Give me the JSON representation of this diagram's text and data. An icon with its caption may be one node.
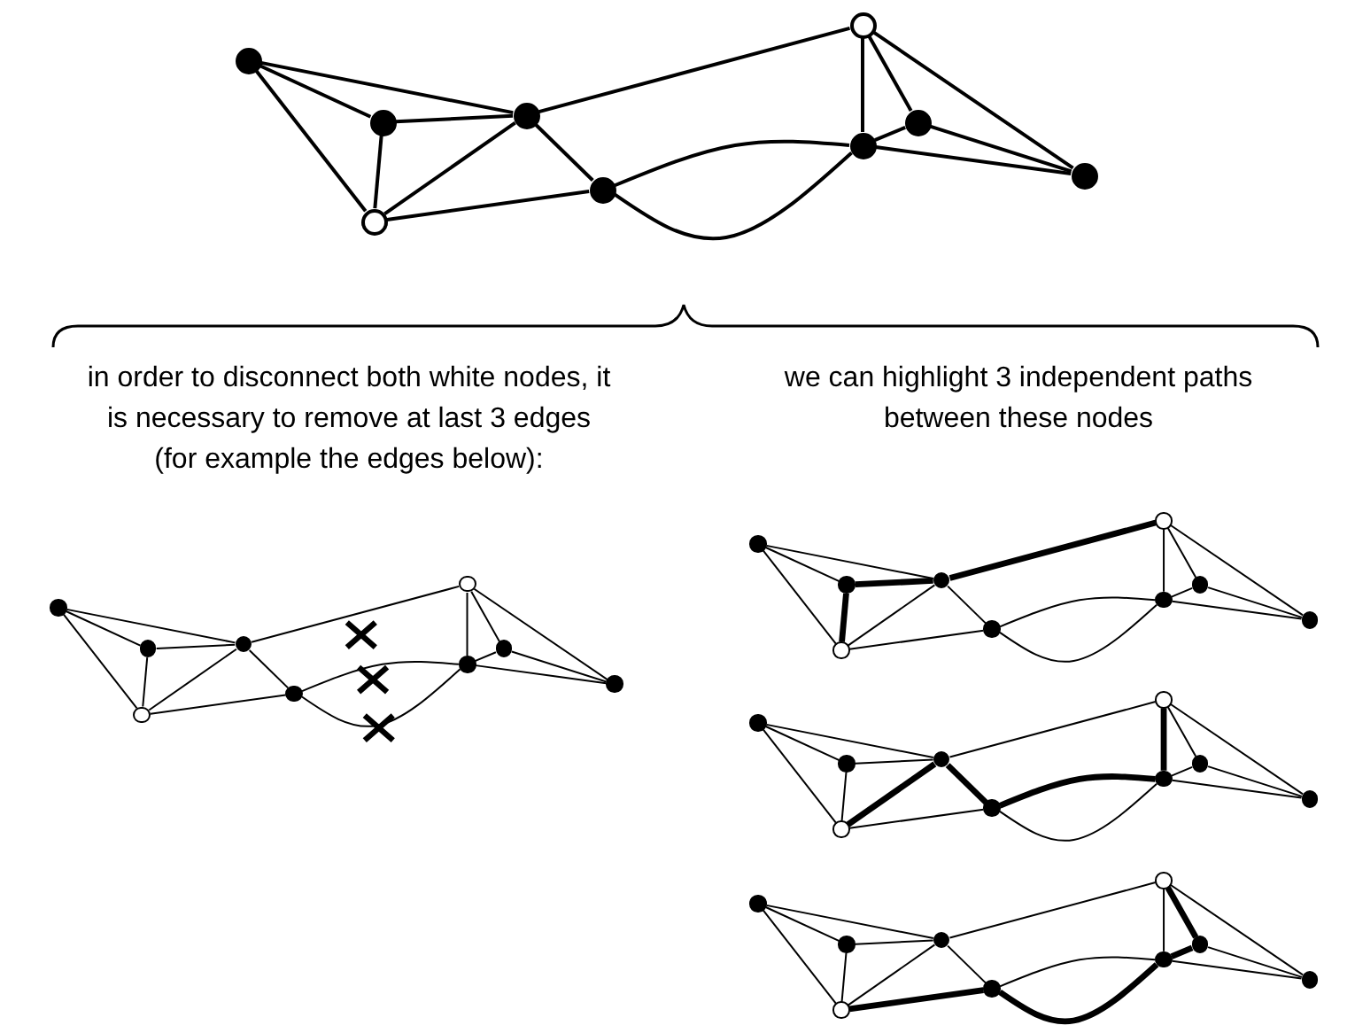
{
  "diagram": {
    "nodes": [
      {
        "text": [],
        "shape": "circle"
      },
      {
        "text": [],
        "shape": "circle"
      },
      {
        "text": [],
        "shape": "circle"
      },
      {
        "text": [],
        "shape": "circle"
      },
      {
        "text": [],
        "shape": "circle"
      },
      {
        "text": [],
        "shape": "circle"
      },
      {
        "text": [],
        "shape": "circle"
      },
      {
        "text": [],
        "shape": "circle"
      },
      {
        "text": [],
        "shape": "circle"
      },
      {
        "text": [],
        "shape": "circle"
      },
      {
        "text": [],
        "shape": "circle"
      },
      {
        "text": [],
        "shape": "circle"
      },
      {
        "text": [],
        "shape": "circle"
      },
      {
        "text": [],
        "shape": "circle"
      },
      {
        "text": [],
        "shape": "circle"
      },
      {
        "text": [],
        "shape": "circle"
      },
      {
        "text": [],
        "shape": "circle"
      },
      {
        "text": [],
        "shape": "circle"
      },
      {
        "text": [],
        "shape": "circle"
      },
      {
        "text": [],
        "shape": "circle"
      },
      {
        "text": [],
        "shape": "circle"
      },
      {
        "text": [],
        "shape": "circle"
      },
      {
        "text": [],
        "shape": "circle"
      },
      {
        "text": [],
        "shape": "circle"
      },
      {
        "text": [],
        "shape": "circle"
      },
      {
        "text": [],
        "shape": "circle"
      },
      {
        "text": [],
        "shape": "circle"
      },
      {
        "text": [],
        "shape": "circle"
      },
      {
        "text": [],
        "shape": "circle"
      },
      {
        "text": [],
        "shape": "circle"
      },
      {
        "text": [],
        "shape": "circle"
      },
      {
        "text": [],
        "shape": "circle"
      },
      {
        "text": [],
        "shape": "circle"
      },
      {
        "text": [],
        "shape": "circle"
      },
      {
        "text": [],
        "shape": "circle"
      },
      {
        "text": [],
        "shape": "circle"
      },
      {
        "text": [],
        "shape": "circle"
      },
      {
        "text": [],
        "shape": "circle"
      },
      {
        "text": [],
        "shape": "circle"
      },
      {
        "text": [],
        "shape": "circle"
      },
      {
        "text": [],
        "shape": "circle"
      },
      {
        "text": [],
        "shape": "circle"
      },
      {
        "text": [],
        "shape": "circle"
      },
      {
        "text": [],
        "shape": "circle"
      },
      {
        "text": [],
        "shape": "circle"
      }
    ],
    "edges": [
      {
        "from": 0,
        "to": 1,
        "arrow": "none"
      },
      {
        "from": 0,
        "to": 2,
        "arrow": "none"
      },
      {
        "from": 0,
        "to": 3,
        "arrow": "none"
      },
      {
        "from": 1,
        "to": 2,
        "arrow": "none"
      },
      {
        "from": 1,
        "to": 3,
        "arrow": "none"
      },
      {
        "from": 3,
        "to": 2,
        "arrow": "none"
      },
      {
        "from": 2,
        "to": 4,
        "arrow": "none"
      },
      {
        "from": 3,
        "to": 4,
        "arrow": "none"
      },
      {
        "from": 2,
        "to": 5,
        "arrow": "none"
      },
      {
        "from": 4,
        "to": 6,
        "arrow": "none"
      },
      {
        "from": 4,
        "to": 6,
        "arrow": "none"
      },
      {
        "from": 5,
        "to": 6,
        "arrow": "none"
      },
      {
        "from": 5,
        "to": 7,
        "arrow": "none"
      },
      {
        "from": 5,
        "to": 8,
        "arrow": "none"
      },
      {
        "from": 6,
        "to": 7,
        "arrow": "none"
      },
      {
        "from": 6,
        "to": 8,
        "arrow": "none"
      },
      {
        "from": 7,
        "to": 8,
        "arrow": "none"
      },
      {
        "from": 9,
        "to": 10,
        "arrow": "none"
      },
      {
        "from": 9,
        "to": 11,
        "arrow": "none"
      },
      {
        "from": 9,
        "to": 12,
        "arrow": "none"
      },
      {
        "from": 10,
        "to": 11,
        "arrow": "none"
      },
      {
        "from": 10,
        "to": 12,
        "arrow": "none"
      },
      {
        "from": 12,
        "to": 11,
        "arrow": "none"
      },
      {
        "from": 11,
        "to": 13,
        "arrow": "none"
      },
      {
        "from": 12,
        "to": 13,
        "arrow": "none"
      },
      {
        "from": 11,
        "to": 14,
        "arrow": "none"
      },
      {
        "from": 13,
        "to": 15,
        "arrow": "none"
      },
      {
        "from": 13,
        "to": 15,
        "arrow": "none"
      },
      {
        "from": 14,
        "to": 15,
        "arrow": "none"
      },
      {
        "from": 14,
        "to": 16,
        "arrow": "none"
      },
      {
        "from": 14,
        "to": 17,
        "arrow": "none"
      },
      {
        "from": 15,
        "to": 16,
        "arrow": "none"
      },
      {
        "from": 15,
        "to": 17,
        "arrow": "none"
      },
      {
        "from": 16,
        "to": 17,
        "arrow": "none"
      },
      {
        "from": 18,
        "to": 19,
        "arrow": "none"
      },
      {
        "from": 18,
        "to": 20,
        "arrow": "none"
      },
      {
        "from": 18,
        "to": 21,
        "arrow": "none"
      },
      {
        "from": 19,
        "to": 20,
        "arrow": "none",
        "style": "thick"
      },
      {
        "from": 19,
        "to": 21,
        "arrow": "none",
        "style": "thick"
      },
      {
        "from": 21,
        "to": 20,
        "arrow": "none"
      },
      {
        "from": 20,
        "to": 22,
        "arrow": "none"
      },
      {
        "from": 21,
        "to": 22,
        "arrow": "none"
      },
      {
        "from": 20,
        "to": 23,
        "arrow": "none",
        "style": "thick"
      },
      {
        "from": 22,
        "to": 24,
        "arrow": "none"
      },
      {
        "from": 22,
        "to": 24,
        "arrow": "none"
      },
      {
        "from": 23,
        "to": 24,
        "arrow": "none"
      },
      {
        "from": 23,
        "to": 25,
        "arrow": "none"
      },
      {
        "from": 23,
        "to": 26,
        "arrow": "none"
      },
      {
        "from": 24,
        "to": 25,
        "arrow": "none"
      },
      {
        "from": 24,
        "to": 26,
        "arrow": "none"
      },
      {
        "from": 25,
        "to": 26,
        "arrow": "none"
      },
      {
        "from": 27,
        "to": 28,
        "arrow": "none"
      },
      {
        "from": 27,
        "to": 29,
        "arrow": "none"
      },
      {
        "from": 27,
        "to": 30,
        "arrow": "none"
      },
      {
        "from": 28,
        "to": 29,
        "arrow": "none"
      },
      {
        "from": 28,
        "to": 30,
        "arrow": "none"
      },
      {
        "from": 30,
        "to": 29,
        "arrow": "none",
        "style": "thick"
      },
      {
        "from": 29,
        "to": 31,
        "arrow": "none",
        "style": "thick"
      },
      {
        "from": 30,
        "to": 31,
        "arrow": "none"
      },
      {
        "from": 29,
        "to": 32,
        "arrow": "none"
      },
      {
        "from": 31,
        "to": 33,
        "arrow": "none",
        "style": "thick"
      },
      {
        "from": 31,
        "to": 33,
        "arrow": "none"
      },
      {
        "from": 32,
        "to": 33,
        "arrow": "none",
        "style": "thick"
      },
      {
        "from": 32,
        "to": 34,
        "arrow": "none"
      },
      {
        "from": 32,
        "to": 35,
        "arrow": "none"
      },
      {
        "from": 33,
        "to": 34,
        "arrow": "none"
      },
      {
        "from": 33,
        "to": 35,
        "arrow": "none"
      },
      {
        "from": 34,
        "to": 35,
        "arrow": "none"
      },
      {
        "from": 36,
        "to": 37,
        "arrow": "none"
      },
      {
        "from": 36,
        "to": 38,
        "arrow": "none"
      },
      {
        "from": 36,
        "to": 39,
        "arrow": "none"
      },
      {
        "from": 37,
        "to": 38,
        "arrow": "none"
      },
      {
        "from": 37,
        "to": 39,
        "arrow": "none"
      },
      {
        "from": 39,
        "to": 38,
        "arrow": "none"
      },
      {
        "from": 38,
        "to": 40,
        "arrow": "none"
      },
      {
        "from": 39,
        "to": 40,
        "arrow": "none",
        "style": "thick"
      },
      {
        "from": 38,
        "to": 41,
        "arrow": "none"
      },
      {
        "from": 40,
        "to": 42,
        "arrow": "none"
      },
      {
        "from": 40,
        "to": 42,
        "arrow": "none",
        "style": "thick"
      },
      {
        "from": 41,
        "to": 42,
        "arrow": "none"
      },
      {
        "from": 41,
        "to": 43,
        "arrow": "none",
        "style": "thick"
      },
      {
        "from": 41,
        "to": 44,
        "arrow": "none"
      },
      {
        "from": 42,
        "to": 43,
        "arrow": "none",
        "style": "thick"
      },
      {
        "from": 42,
        "to": 44,
        "arrow": "none"
      },
      {
        "from": 43,
        "to": 44,
        "arrow": "none"
      }
    ],
    "labels": [
      "in order to disconnect both white nodes, it is necessary to remove at last 3 edges (for example the edges below):",
      "we can highlight 3 independent paths between these nodes"
    ]
  }
}
